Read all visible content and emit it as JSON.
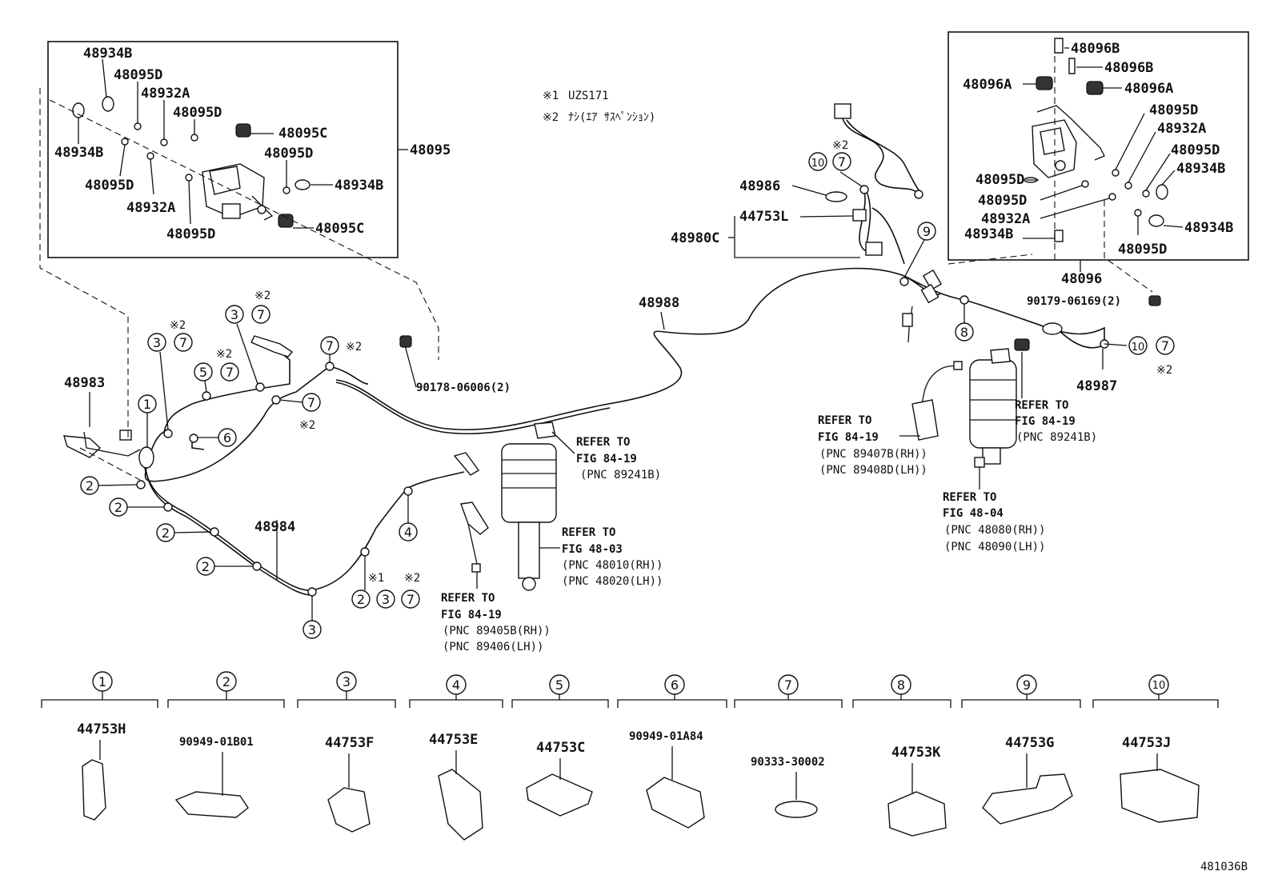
{
  "notes": {
    "note1_mark": "※1",
    "note1_text": "UZS171",
    "note2_mark": "※2",
    "note2_text": "ﾅｼ(ｴｱ ｻｽﾍﾟﾝｼｮﾝ)"
  },
  "assembly_left": {
    "main": "48095",
    "labels": [
      "48934B",
      "48095D",
      "48932A",
      "48095D",
      "48095C",
      "48934B",
      "48095D",
      "48095D",
      "48934B",
      "48932A",
      "48095D",
      "48095C"
    ]
  },
  "assembly_right": {
    "main": "48096",
    "labels": [
      "48096B",
      "48096B",
      "48096A",
      "48096A",
      "48095D",
      "48932A",
      "48095D",
      "48934B",
      "48095D",
      "48095D",
      "48934B",
      "48932A",
      "48934B",
      "48095D"
    ]
  },
  "parts": {
    "p48983": "48983",
    "p48984": "48984",
    "p48988": "48988",
    "p48986": "48986",
    "p44753L": "44753L",
    "p48980C": "48980C",
    "p48987": "48987",
    "p90178": "90178-06006(2)",
    "p90179": "90179-06169(2)"
  },
  "markers": {
    "n1": "1",
    "n2": "2",
    "n3": "3",
    "n4": "4",
    "n5": "5",
    "n6": "6",
    "n7": "7",
    "n8": "8",
    "n9": "9",
    "n10": "10",
    "note2": "※2",
    "note1": "※1"
  },
  "references": {
    "r1": [
      "REFER TO",
      "FIG 84-19",
      "(PNC 89241B)"
    ],
    "r2": [
      "REFER TO",
      "FIG 48-03",
      "(PNC 48010(RH))",
      "(PNC 48020(LH))"
    ],
    "r3": [
      "REFER TO",
      "FIG 84-19",
      "(PNC 89405B(RH))",
      "(PNC 89406(LH))"
    ],
    "r4": [
      "REFER TO",
      "FIG 84-19",
      "(PNC 89407B(RH))",
      "(PNC 89408D(LH))"
    ],
    "r5": [
      "REFER TO",
      "FIG 84-19",
      "(PNC 89241B)"
    ],
    "r6": [
      "REFER TO",
      "FIG 48-04",
      "(PNC 48080(RH))",
      "(PNC 48090(LH))"
    ]
  },
  "legend": [
    {
      "num": "1",
      "part": "44753H"
    },
    {
      "num": "2",
      "part": "90949-01B01"
    },
    {
      "num": "3",
      "part": "44753F"
    },
    {
      "num": "4",
      "part": "44753E"
    },
    {
      "num": "5",
      "part": "44753C"
    },
    {
      "num": "6",
      "part": "90949-01A84"
    },
    {
      "num": "7",
      "part": "90333-30002"
    },
    {
      "num": "8",
      "part": "44753K"
    },
    {
      "num": "9",
      "part": "44753G"
    },
    {
      "num": "10",
      "part": "44753J"
    }
  ],
  "figure_id": "481036B"
}
